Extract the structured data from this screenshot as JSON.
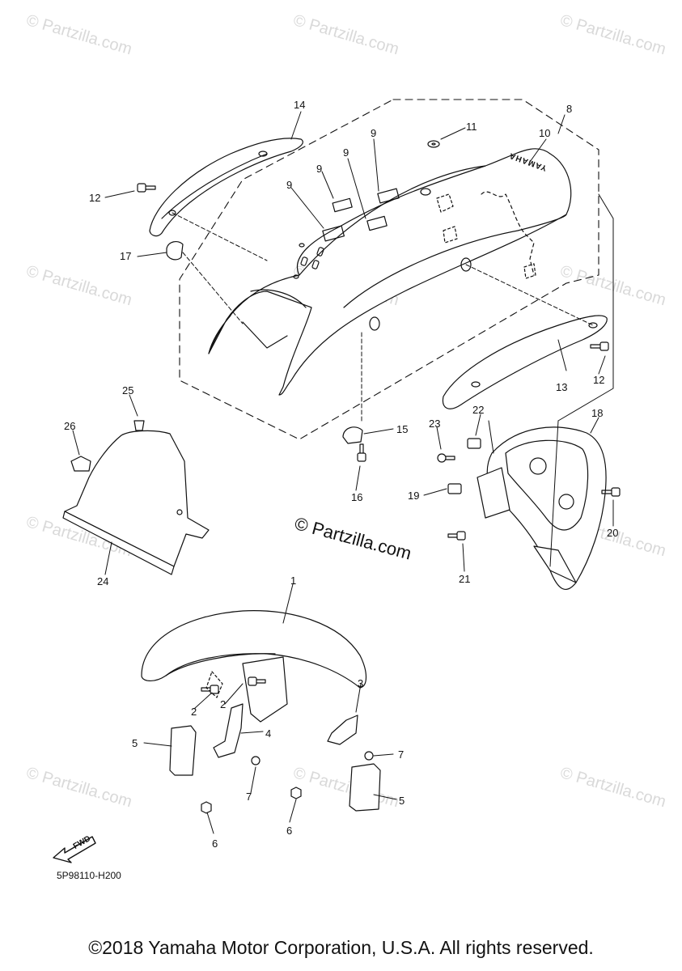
{
  "watermark": "© Partzilla.com",
  "center_watermark": "© Partzilla.com",
  "diagram_code": "5P98110-H200",
  "fwd_label": "FWD",
  "copyright": "©2018 Yamaha Motor Corporation, U.S.A. All rights reserved.",
  "brand_on_fender": "YAMAHA",
  "callouts": [
    "1",
    "2",
    "2",
    "3",
    "4",
    "5",
    "5",
    "6",
    "6",
    "7",
    "7",
    "8",
    "9",
    "9",
    "9",
    "9",
    "10",
    "11",
    "12",
    "12",
    "13",
    "14",
    "15",
    "16",
    "17",
    "18",
    "19",
    "20",
    "21",
    "22",
    "23",
    "24",
    "25",
    "26"
  ]
}
